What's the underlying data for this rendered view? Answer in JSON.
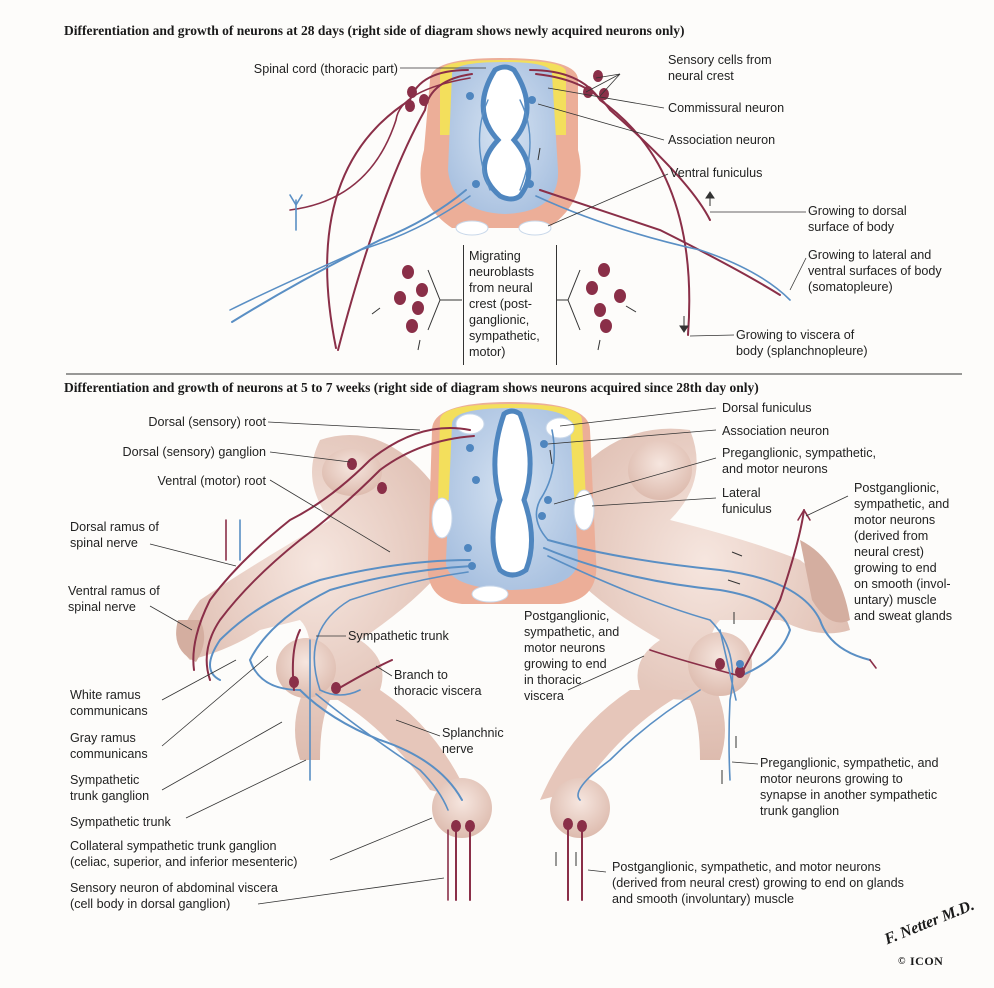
{
  "section1": {
    "title": "Differentiation and growth of neurons at 28 days (right side of diagram shows newly acquired neurons only)",
    "labels": {
      "spinal_cord": "Spinal cord (thoracic part)",
      "sensory_cells": "Sensory cells from\nneural crest",
      "commissural": "Commissural neuron",
      "association": "Association neuron",
      "ventral_funiculus": "Ventral funiculus",
      "dorsal_surface": "Growing to dorsal\nsurface of body",
      "lateral_ventral": "Growing to lateral and\nventral surfaces of body\n(somatopleure)",
      "viscera": "Growing to viscera of\nbody (splanchnopleure)",
      "migrating": "Migrating\nneuroblasts\nfrom neural\ncrest (post-\nganglionic,\nsympathetic,\nmotor)"
    }
  },
  "section2": {
    "title": "Differentiation and growth of neurons at 5 to 7 weeks (right side of diagram shows neurons acquired since 28th day only)",
    "labels": {
      "dorsal_root": "Dorsal (sensory) root",
      "dorsal_ganglion": "Dorsal (sensory) ganglion",
      "ventral_root": "Ventral (motor) root",
      "dorsal_ramus": "Dorsal ramus of\nspinal nerve",
      "ventral_ramus": "Ventral ramus of\nspinal nerve",
      "white_ramus": "White ramus\ncommunicans",
      "gray_ramus": "Gray ramus\ncommunicans",
      "symp_trunk_ganglion": "Sympathetic\ntrunk ganglion",
      "symp_trunk_left": "Sympathetic trunk",
      "collateral": "Collateral sympathetic trunk ganglion\n(celiac, superior, and inferior mesenteric)",
      "sensory_abdominal": "Sensory neuron of abdominal viscera\n(cell body in dorsal ganglion)",
      "symp_trunk_top": "Sympathetic trunk",
      "branch_thoracic": "Branch to\nthoracic viscera",
      "splanchnic": "Splanchnic\nnerve",
      "postgang_thoracic": "Postganglionic,\nsympathetic, and\nmotor neurons\ngrowing to end\nin thoracic\nviscera",
      "dorsal_funiculus": "Dorsal funiculus",
      "association2": "Association neuron",
      "preganglionic": "Preganglionic, sympathetic,\nand motor neurons",
      "lateral_funiculus": "Lateral\nfuniculus",
      "postgang_smooth": "Postganglionic,\nsympathetic, and\nmotor neurons\n(derived from\nneural crest)\ngrowing to end\non smooth (invol-\nuntary) muscle\nand sweat glands",
      "pregang_synapse": "Preganglionic, sympathetic, and\nmotor neurons growing to\nsynapse in another sympathetic\ntrunk ganglion",
      "postgang_glands": "Postganglionic, sympathetic, and motor neurons\n(derived from neural crest) growing to end on glands\nand smooth (involuntary) muscle"
    }
  },
  "signature": {
    "text": "F. Netter M.D.",
    "logo": "ICON",
    "copyright": "©"
  },
  "colors": {
    "neuron_red": "#8a2f48",
    "neuron_blue": "#5a8fc4",
    "cord_blue": "#b9cde6",
    "mantle_pink": "#e9ab94",
    "dorsal_yellow": "#f3df5c",
    "tissue_beige": "#e8cfc4"
  }
}
